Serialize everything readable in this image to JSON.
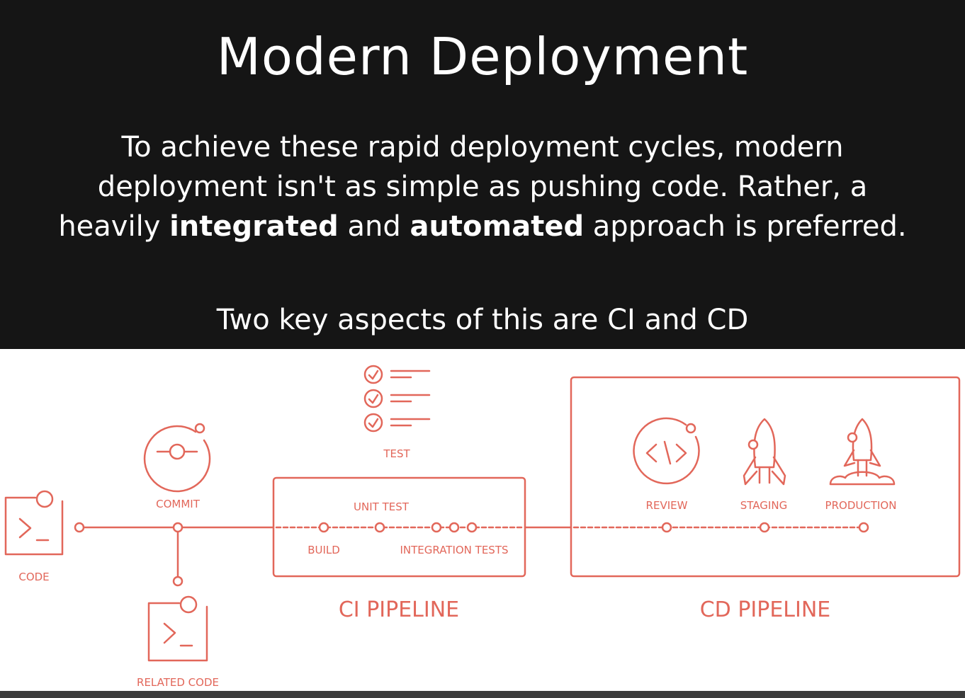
{
  "slide": {
    "title": "Modern Deployment",
    "body": {
      "part1": "To achieve these rapid deployment cycles, modern deployment isn't as simple as pushing code. Rather, a heavily ",
      "bold1": "integrated",
      "part2": " and ",
      "bold2": "automated",
      "part3": " approach is preferred."
    },
    "subtitle": "Two key aspects of this are CI and CD"
  },
  "diagram": {
    "accent_color": "#e2675a",
    "labels": {
      "code": "CODE",
      "commit": "COMMIT",
      "related_code": "RELATED CODE",
      "test": "TEST",
      "unit_test": "UNIT TEST",
      "build": "BUILD",
      "integration_tests": "INTEGRATION TESTS",
      "review": "REVIEW",
      "staging": "STAGING",
      "production": "PRODUCTION",
      "ci_pipeline": "CI PIPELINE",
      "cd_pipeline": "CD PIPELINE"
    },
    "icons": [
      "terminal-icon",
      "commit-icon",
      "checklist-icon",
      "code-review-icon",
      "rocket-icon",
      "rocket-launch-icon"
    ]
  }
}
